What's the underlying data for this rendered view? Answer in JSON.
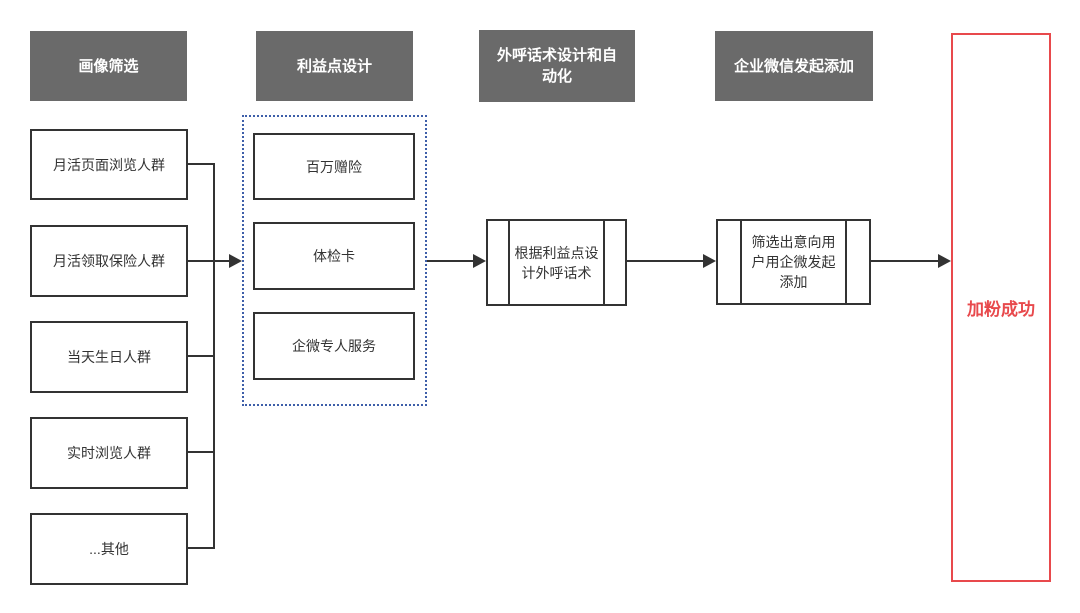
{
  "diagram": {
    "stages": [
      {
        "header": "画像筛选",
        "items": [
          "月活页面浏览人群",
          "月活领取保险人群",
          "当天生日人群",
          "实时浏览人群",
          "...其他"
        ]
      },
      {
        "header": "利益点设计",
        "items": [
          "百万赠险",
          "体检卡",
          "企微专人服务"
        ]
      },
      {
        "header": "外呼话术设计和自动化",
        "process": "根据利益点设计外呼话术"
      },
      {
        "header": "企业微信发起添加",
        "process": "筛选出意向用户用企微发起添加"
      },
      {
        "result": "加粉成功"
      }
    ]
  },
  "colors": {
    "header_bg": "#6a6a6a",
    "header_text": "#ffffff",
    "box_border": "#333333",
    "box_text": "#333333",
    "line": "#333333",
    "dotted_border": "#3e5fa9",
    "result_red": "#e8494c",
    "canvas_bg": "#ffffff"
  }
}
